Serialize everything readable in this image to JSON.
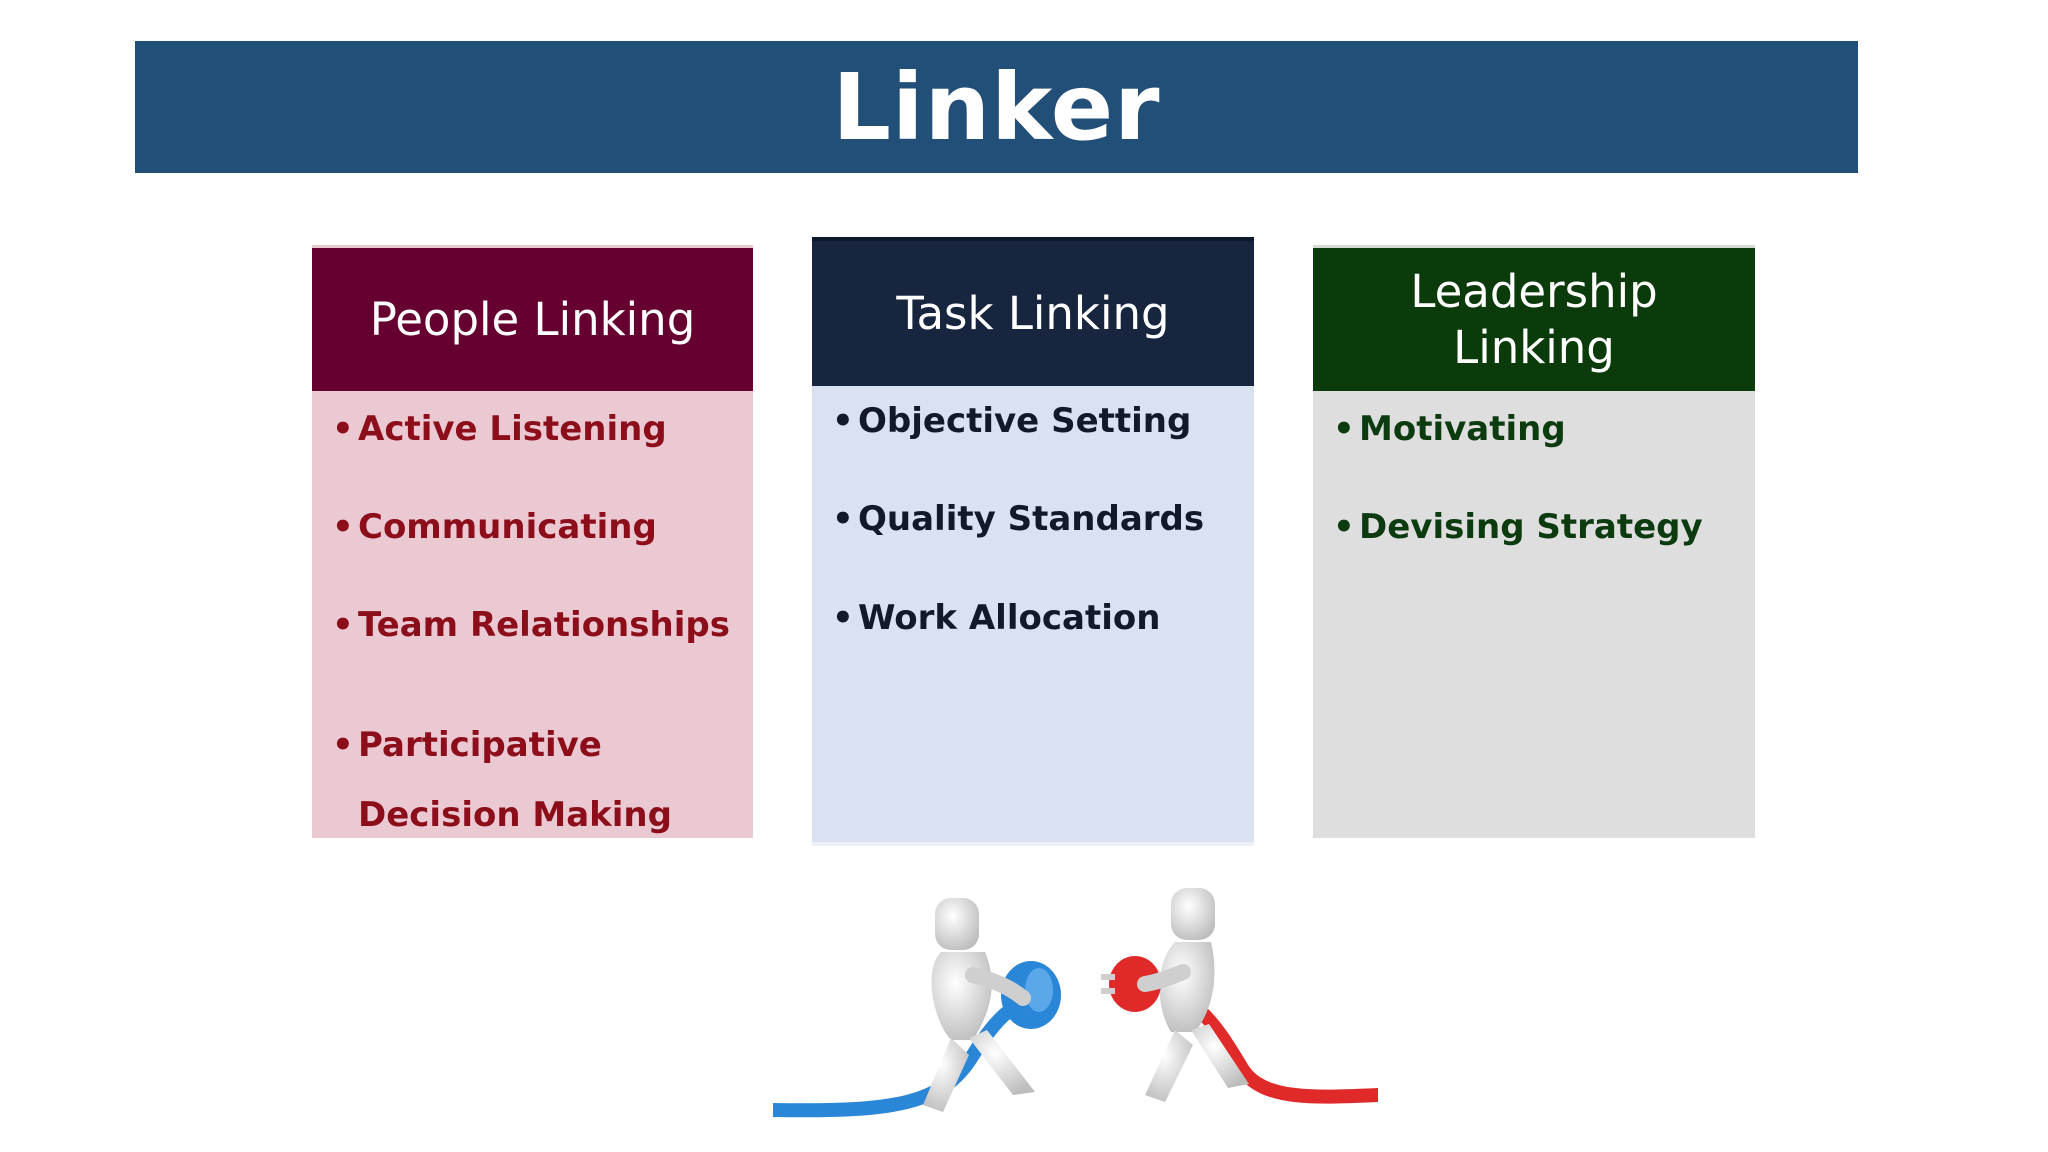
{
  "title": "Linker",
  "columns": {
    "people": {
      "heading": "People Linking",
      "items": [
        "Active Listening",
        "Communicating",
        "Team Relationships",
        "Participative Decision Making"
      ],
      "color": "#650030"
    },
    "task": {
      "heading": "Task Linking",
      "items": [
        "Objective Setting",
        "Quality Standards",
        "Work Allocation"
      ],
      "color": "#17263e"
    },
    "leadership": {
      "heading": "Leadership Linking",
      "items": [
        "Motivating",
        "Devising Strategy"
      ],
      "color": "#0b3b0b"
    }
  },
  "bullet": "•",
  "illustration": {
    "icon": "connecting-plug-figures-icon",
    "left_plug_color": "#2a86d6",
    "right_plug_color": "#e02a2a"
  }
}
